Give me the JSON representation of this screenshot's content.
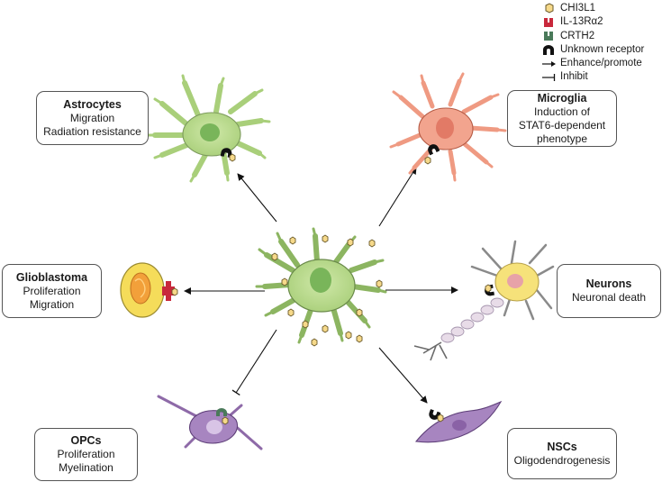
{
  "legend": {
    "chi3l1": "CHI3L1",
    "il13": "IL-13Rα2",
    "crth2": "CRTH2",
    "unknown": "Unknown receptor",
    "enhance": "Enhance/promote",
    "inhibit": "Inhibit"
  },
  "cells": {
    "astrocytes": {
      "title": "Astrocytes",
      "lines": [
        "Migration",
        "Radiation resistance"
      ]
    },
    "microglia": {
      "title": "Microglia",
      "lines": [
        "Induction of",
        "STAT6-dependent",
        "phenotype"
      ]
    },
    "glioblastoma": {
      "title": "Glioblastoma",
      "lines": [
        "Proliferation",
        "Migration"
      ]
    },
    "neurons": {
      "title": "Neurons",
      "lines": [
        "Neuronal death"
      ]
    },
    "opcs": {
      "title": "OPCs",
      "lines": [
        "Proliferation",
        "Myelination"
      ]
    },
    "nscs": {
      "title": "NSCs",
      "lines": [
        "Oligodendrogenesis"
      ]
    }
  },
  "colors": {
    "chi3l1": "#f6d98a",
    "il13": "#c8283b",
    "crth2": "#4a7a5a",
    "unknown": "#111111",
    "astrocyte": "#b5d98a",
    "microglia": "#ef9a82",
    "neuron": "#f6e27a",
    "opc": "#a785c0",
    "glioma": "#f5dc5a"
  }
}
